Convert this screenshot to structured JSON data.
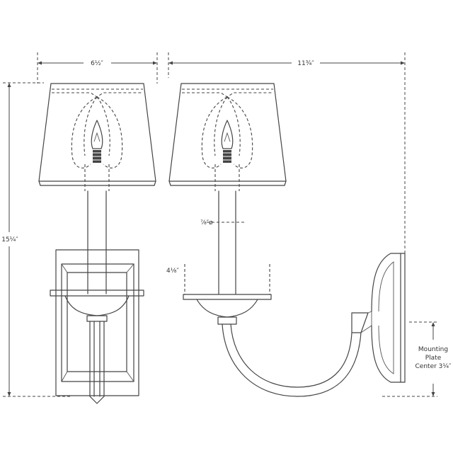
{
  "dimensions": {
    "front_width": "6½″",
    "overall_depth": "11¾″",
    "overall_height": "15¼″",
    "stem_diameter": "⅞″ø",
    "bobeche_height": "4⅛″",
    "mounting_plate_line1": "Mounting",
    "mounting_plate_line2": "Plate",
    "mounting_plate_line3": "Center 3¼″"
  }
}
